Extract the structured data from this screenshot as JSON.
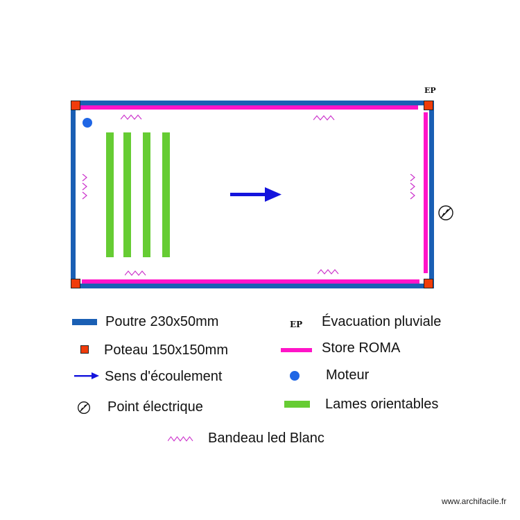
{
  "plan": {
    "ep_label": "EP",
    "led_marks_horizontal": "^^^",
    "led_marks_vertical": ">>>",
    "colors": {
      "poutre": "#1a5fb4",
      "poteau": "#f03c0a",
      "store": "#ff14c8",
      "moteur": "#1f66e5",
      "lames": "#66cc33",
      "fleche": "#1414dd",
      "led": "#cc33cc"
    }
  },
  "legend": {
    "items": [
      {
        "label": "Poutre 230x50mm",
        "symbol": "poutre"
      },
      {
        "label": "Poteau 150x150mm",
        "symbol": "poteau"
      },
      {
        "label": "Sens d'écoulement",
        "symbol": "fleche"
      },
      {
        "label": "Point électrique",
        "symbol": "point-electrique"
      },
      {
        "label": "Évacuation pluviale",
        "symbol": "EP"
      },
      {
        "label": "Store ROMA",
        "symbol": "store"
      },
      {
        "label": "Moteur",
        "symbol": "moteur"
      },
      {
        "label": "Lames orientables",
        "symbol": "lames"
      },
      {
        "label": "Bandeau led Blanc",
        "symbol": "led"
      }
    ],
    "ep_symbol": "EP",
    "led_symbol": "^^^"
  },
  "footer": {
    "watermark": "www.archifacile.fr"
  }
}
